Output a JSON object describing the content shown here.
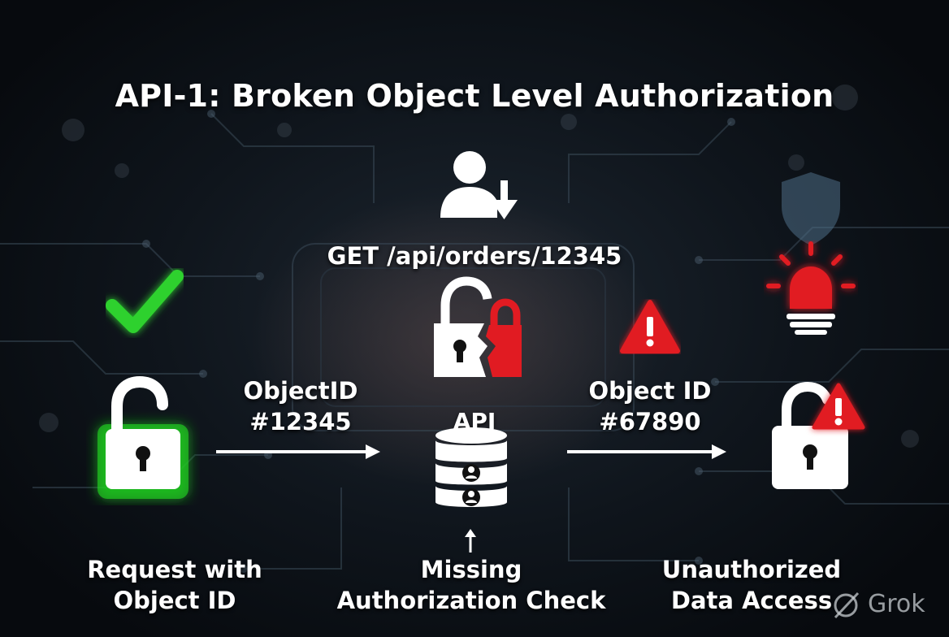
{
  "title": "API-1: Broken Object Level Authorization",
  "request": {
    "endpoint": "GET /api/orders/12345"
  },
  "left": {
    "caption_line1": "Request with",
    "caption_line2": "Object ID"
  },
  "arrow_left_label": {
    "line1": "ObjectID",
    "line2": "#12345"
  },
  "center": {
    "db_label": "API",
    "caption_line1": "Missing",
    "caption_line2": "Authorization Check"
  },
  "arrow_right_label": {
    "line1": "Object ID",
    "line2": "#67890"
  },
  "right": {
    "caption_line1": "Unauthorized",
    "caption_line2": "Data Access"
  },
  "watermark": {
    "text": "Grok"
  },
  "colors": {
    "success": "#2fd12f",
    "danger": "#e11b22",
    "background": "#0f151c"
  },
  "icons": [
    "user-download-icon",
    "broken-lock-icon",
    "checkmark-icon",
    "open-lock-icon",
    "warning-icon",
    "alarm-light-icon",
    "database-icon",
    "shield-icon"
  ]
}
